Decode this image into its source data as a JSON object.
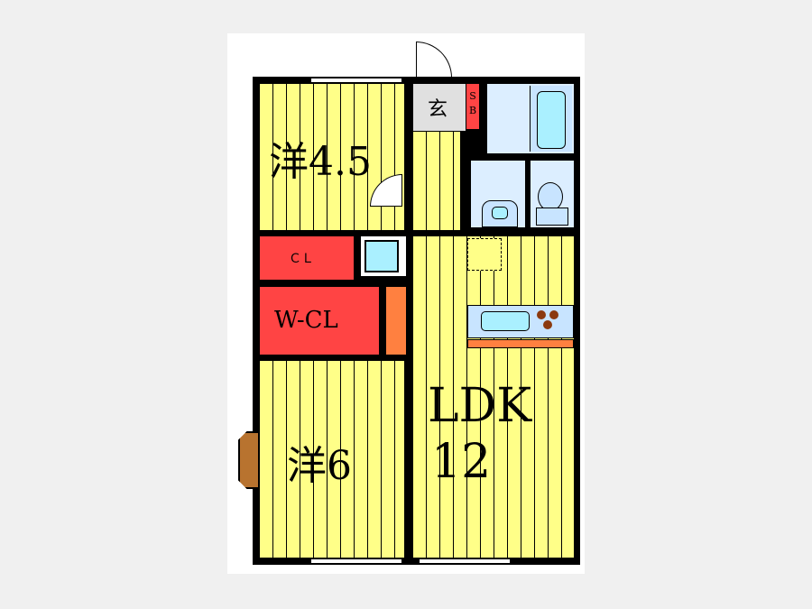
{
  "rooms": {
    "western_small": {
      "kanji": "洋",
      "size": "4.5"
    },
    "entrance": "玄",
    "shoe_box": [
      "S",
      "B"
    ],
    "closet": "ＣＬ",
    "walk_in_closet": "W-CL",
    "western_large": {
      "kanji": "洋",
      "size": "6"
    },
    "ldk": {
      "name": "LDK",
      "size": "12"
    }
  },
  "colors": {
    "floor": "#ffff88",
    "storage": "#ff4444",
    "wet_area": "#dceeff",
    "accent": "#ff8040",
    "entry": "#e0e0e0"
  }
}
